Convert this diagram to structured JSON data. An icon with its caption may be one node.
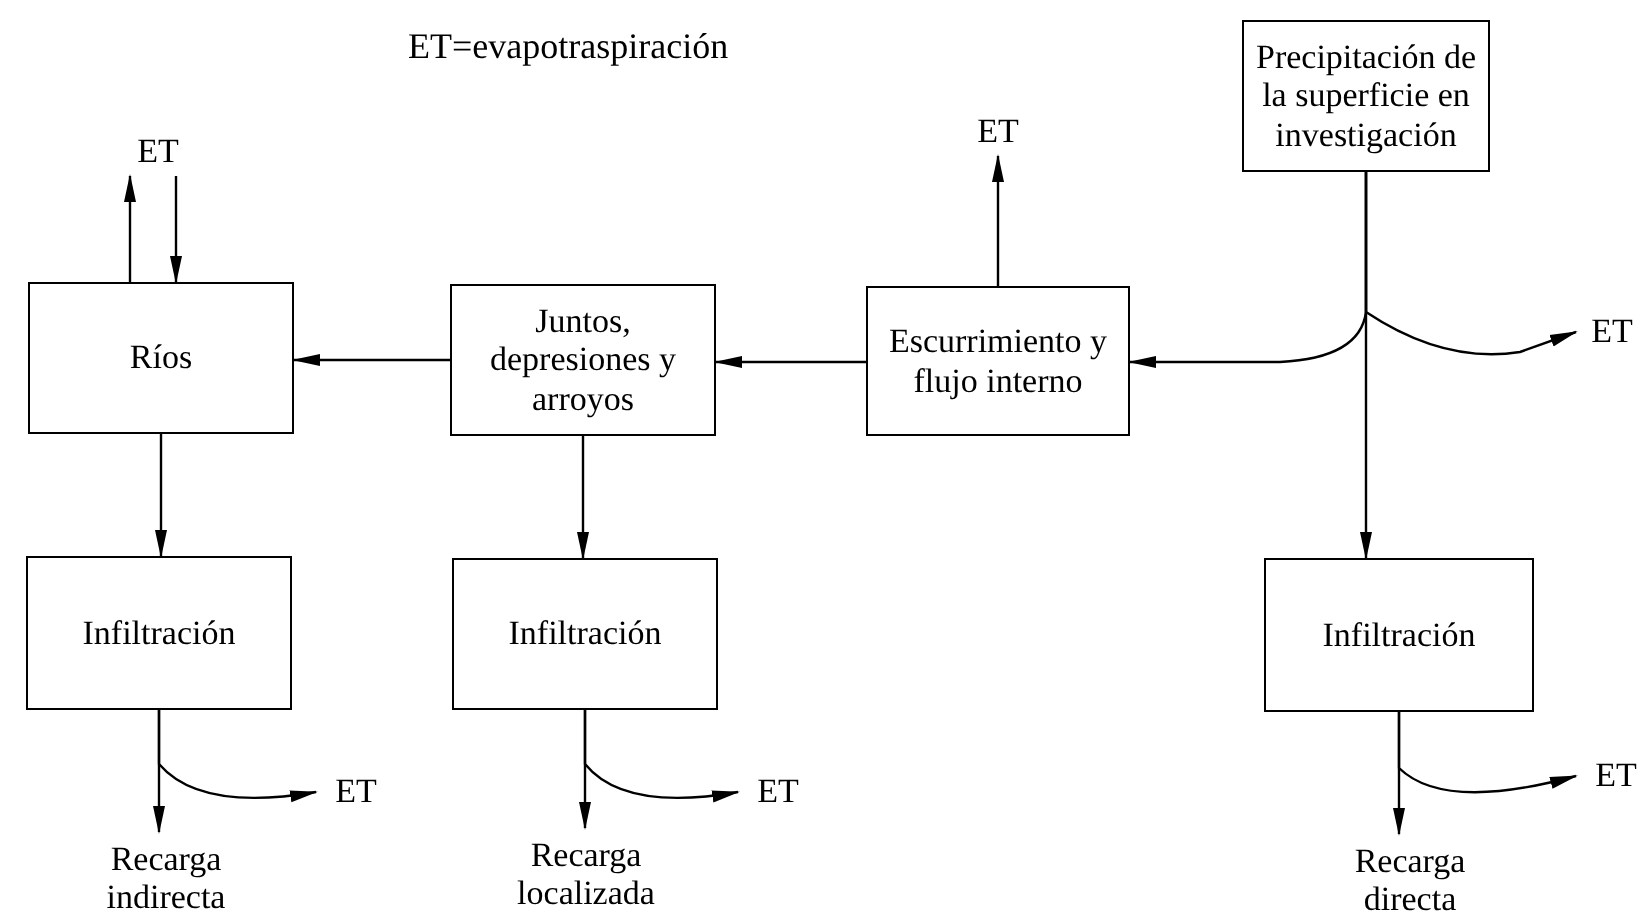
{
  "diagram": {
    "nodes": [
      {
        "text": [
          "Precipitación de la superficie en investigación"
        ]
      },
      {
        "text": [
          "Escurrimiento y flujo interno"
        ]
      },
      {
        "text": [
          "Juntos, depresiones y arroyos"
        ]
      },
      {
        "text": [
          "Ríos"
        ]
      },
      {
        "text": [
          "Infiltración"
        ]
      },
      {
        "text": [
          "Infiltración"
        ]
      },
      {
        "text": [
          "Infiltración"
        ]
      },
      {
        "text": [
          "ET"
        ]
      },
      {
        "text": [
          "ET"
        ]
      },
      {
        "text": [
          "ET"
        ]
      },
      {
        "text": [
          "ET"
        ]
      },
      {
        "text": [
          "Recarga indirecta"
        ]
      },
      {
        "text": [
          "ET"
        ]
      },
      {
        "text": [
          "Recarga localizada"
        ]
      },
      {
        "text": [
          "ET"
        ]
      },
      {
        "text": [
          "Recarga directa"
        ]
      }
    ],
    "edges": [
      {
        "from": 0,
        "to": 6,
        "arrow": "to"
      },
      {
        "from": 0,
        "to": 1,
        "arrow": "to"
      },
      {
        "from": 0,
        "to": 9,
        "arrow": "to"
      },
      {
        "from": 1,
        "to": 2,
        "arrow": "to"
      },
      {
        "from": 2,
        "to": 3,
        "arrow": "to"
      },
      {
        "from": 3,
        "to": 7,
        "arrow": "to"
      },
      {
        "from": 7,
        "to": 3,
        "arrow": "to"
      },
      {
        "from": 1,
        "to": 8,
        "arrow": "to"
      },
      {
        "from": 3,
        "to": 4,
        "arrow": "to"
      },
      {
        "from": 2,
        "to": 5,
        "arrow": "to"
      },
      {
        "from": 4,
        "to": 11,
        "arrow": "to"
      },
      {
        "from": 4,
        "to": 10,
        "arrow": "to"
      },
      {
        "from": 5,
        "to": 13,
        "arrow": "to"
      },
      {
        "from": 5,
        "to": 12,
        "arrow": "to"
      },
      {
        "from": 6,
        "to": 15,
        "arrow": "to"
      },
      {
        "from": 6,
        "to": 14,
        "arrow": "to"
      }
    ],
    "labels": [
      "ET=evapotraspiración"
    ]
  }
}
